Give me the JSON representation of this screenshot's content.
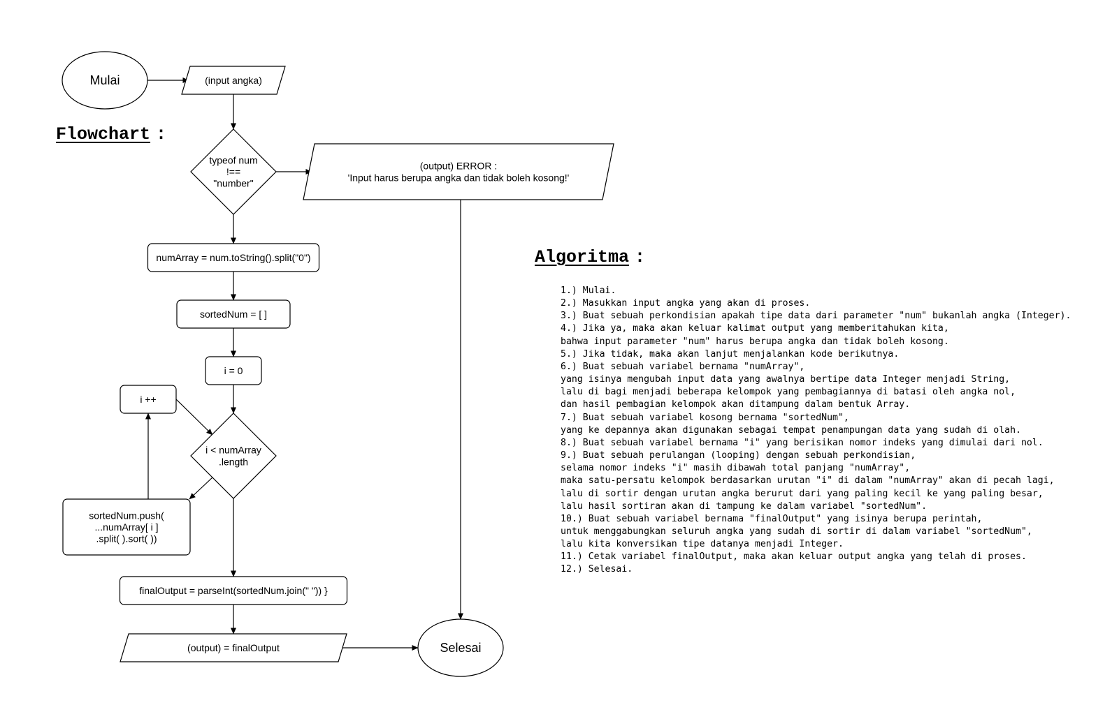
{
  "headings": {
    "flowchart": "Flowchart",
    "flowchart_sep": ":",
    "algoritma": "Algoritma",
    "algoritma_sep": ":"
  },
  "nodes": [
    {
      "id": "start",
      "label": "Mulai"
    },
    {
      "id": "input",
      "label": "(input angka)"
    },
    {
      "id": "check-type",
      "label": "typeof num\n!==\n\"number\""
    },
    {
      "id": "error-output",
      "label": "(output) ERROR :\n'Input harus berupa angka dan tidak boleh kosong!'"
    },
    {
      "id": "num-array",
      "label": "numArray = num.toString().split(\"0\")"
    },
    {
      "id": "sorted-num",
      "label": "sortedNum = [ ]"
    },
    {
      "id": "init-i",
      "label": "i = 0"
    },
    {
      "id": "increment-i",
      "label": "i ++"
    },
    {
      "id": "loop-check",
      "label": "i < numArray\n.length"
    },
    {
      "id": "push-sorted",
      "label": "sortedNum.push(\n...numArray[ i ]\n.split( ).sort( ))"
    },
    {
      "id": "final-output",
      "label": "finalOutput = parseInt(sortedNum.join(\" \")) }"
    },
    {
      "id": "print-output",
      "label": "(output) = finalOutput"
    },
    {
      "id": "end",
      "label": "Selesai"
    }
  ],
  "edges": [
    {
      "from": "start",
      "to": "input"
    },
    {
      "from": "input",
      "to": "check-type"
    },
    {
      "from": "check-type",
      "to": "error-output"
    },
    {
      "from": "check-type",
      "to": "num-array"
    },
    {
      "from": "error-output",
      "to": "end"
    },
    {
      "from": "num-array",
      "to": "sorted-num"
    },
    {
      "from": "sorted-num",
      "to": "init-i"
    },
    {
      "from": "init-i",
      "to": "loop-check"
    },
    {
      "from": "loop-check",
      "to": "push-sorted"
    },
    {
      "from": "push-sorted",
      "to": "increment-i"
    },
    {
      "from": "increment-i",
      "to": "loop-check"
    },
    {
      "from": "loop-check",
      "to": "final-output"
    },
    {
      "from": "final-output",
      "to": "print-output"
    },
    {
      "from": "print-output",
      "to": "end"
    }
  ],
  "algorithm_steps": [
    "1.) Mulai.",
    "2.) Masukkan input angka yang akan di proses.",
    "3.) Buat sebuah perkondisian apakah tipe data dari parameter \"num\" bukanlah angka (Integer).",
    "4.) Jika ya, maka akan keluar kalimat output yang memberitahukan kita,",
    "bahwa input parameter \"num\" harus berupa angka dan tidak boleh kosong.",
    "5.) Jika tidak, maka akan lanjut menjalankan kode berikutnya.",
    "6.) Buat sebuah variabel bernama \"numArray\",",
    "yang isinya mengubah input data yang awalnya bertipe data Integer menjadi String,",
    "lalu di bagi menjadi beberapa kelompok yang pembagiannya di batasi oleh angka nol,",
    "dan hasil pembagian kelompok akan ditampung dalam bentuk Array.",
    "7.) Buat sebuah variabel kosong bernama \"sortedNum\",",
    "yang ke depannya akan digunakan sebagai tempat penampungan data yang sudah di olah.",
    "8.) Buat sebuah variabel bernama \"i\" yang berisikan nomor indeks yang dimulai dari nol.",
    "9.) Buat sebuah perulangan (looping) dengan sebuah perkondisian,",
    "selama nomor indeks \"i\" masih dibawah total panjang \"numArray\",",
    "maka satu-persatu kelompok berdasarkan urutan \"i\" di dalam \"numArray\" akan di pecah lagi,",
    "lalu di sortir dengan urutan angka berurut dari yang paling kecil ke yang paling besar,",
    "lalu hasil sortiran akan di tampung ke dalam variabel \"sortedNum\".",
    "10.) Buat sebuah variabel bernama \"finalOutput\" yang isinya berupa perintah,",
    "untuk menggabungkan seluruh angka yang sudah di sortir di dalam variabel \"sortedNum\",",
    "lalu kita konversikan tipe datanya menjadi Integer.",
    "11.) Cetak variabel finalOutput, maka akan keluar output angka yang telah di proses.",
    "12.) Selesai."
  ]
}
